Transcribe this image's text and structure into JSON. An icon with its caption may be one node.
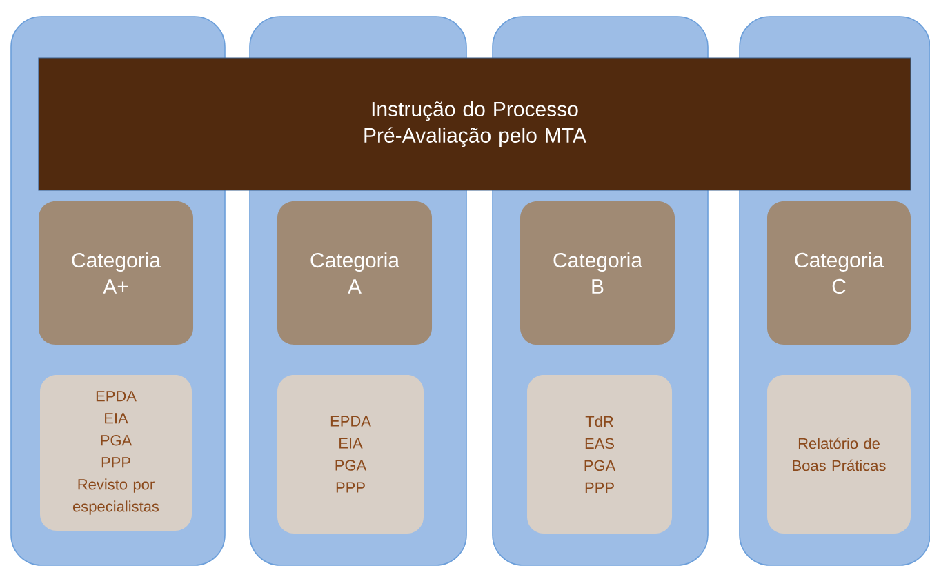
{
  "diagram": {
    "nodes": [
      {
        "text": [],
        "shape": "box"
      },
      {
        "text": [],
        "shape": "box"
      },
      {
        "text": [],
        "shape": "box"
      },
      {
        "text": [],
        "shape": "box"
      },
      {
        "text": [
          "Instrução do Processo",
          "Pré-Avaliação pelo MTA"
        ]
      },
      {
        "text": [
          "Categoria A+"
        ],
        "in": 0
      },
      {
        "text": [
          "EPDA",
          "EIA",
          "PGA",
          "PPP",
          "Revisto por especialistas"
        ],
        "in": 0
      },
      {
        "text": [
          "Categoria A"
        ],
        "in": 1
      },
      {
        "text": [
          "EPDA",
          "EIA",
          "PGA",
          "PPP"
        ],
        "in": 1
      },
      {
        "text": [
          "Categoria B"
        ],
        "in": 2
      },
      {
        "text": [
          "TdR",
          "EAS",
          "PGA",
          "PPP"
        ],
        "in": 2
      },
      {
        "text": [
          "Categoria C"
        ],
        "in": 3
      },
      {
        "text": [
          "Relatório de Boas Práticas"
        ],
        "in": 3
      }
    ]
  }
}
